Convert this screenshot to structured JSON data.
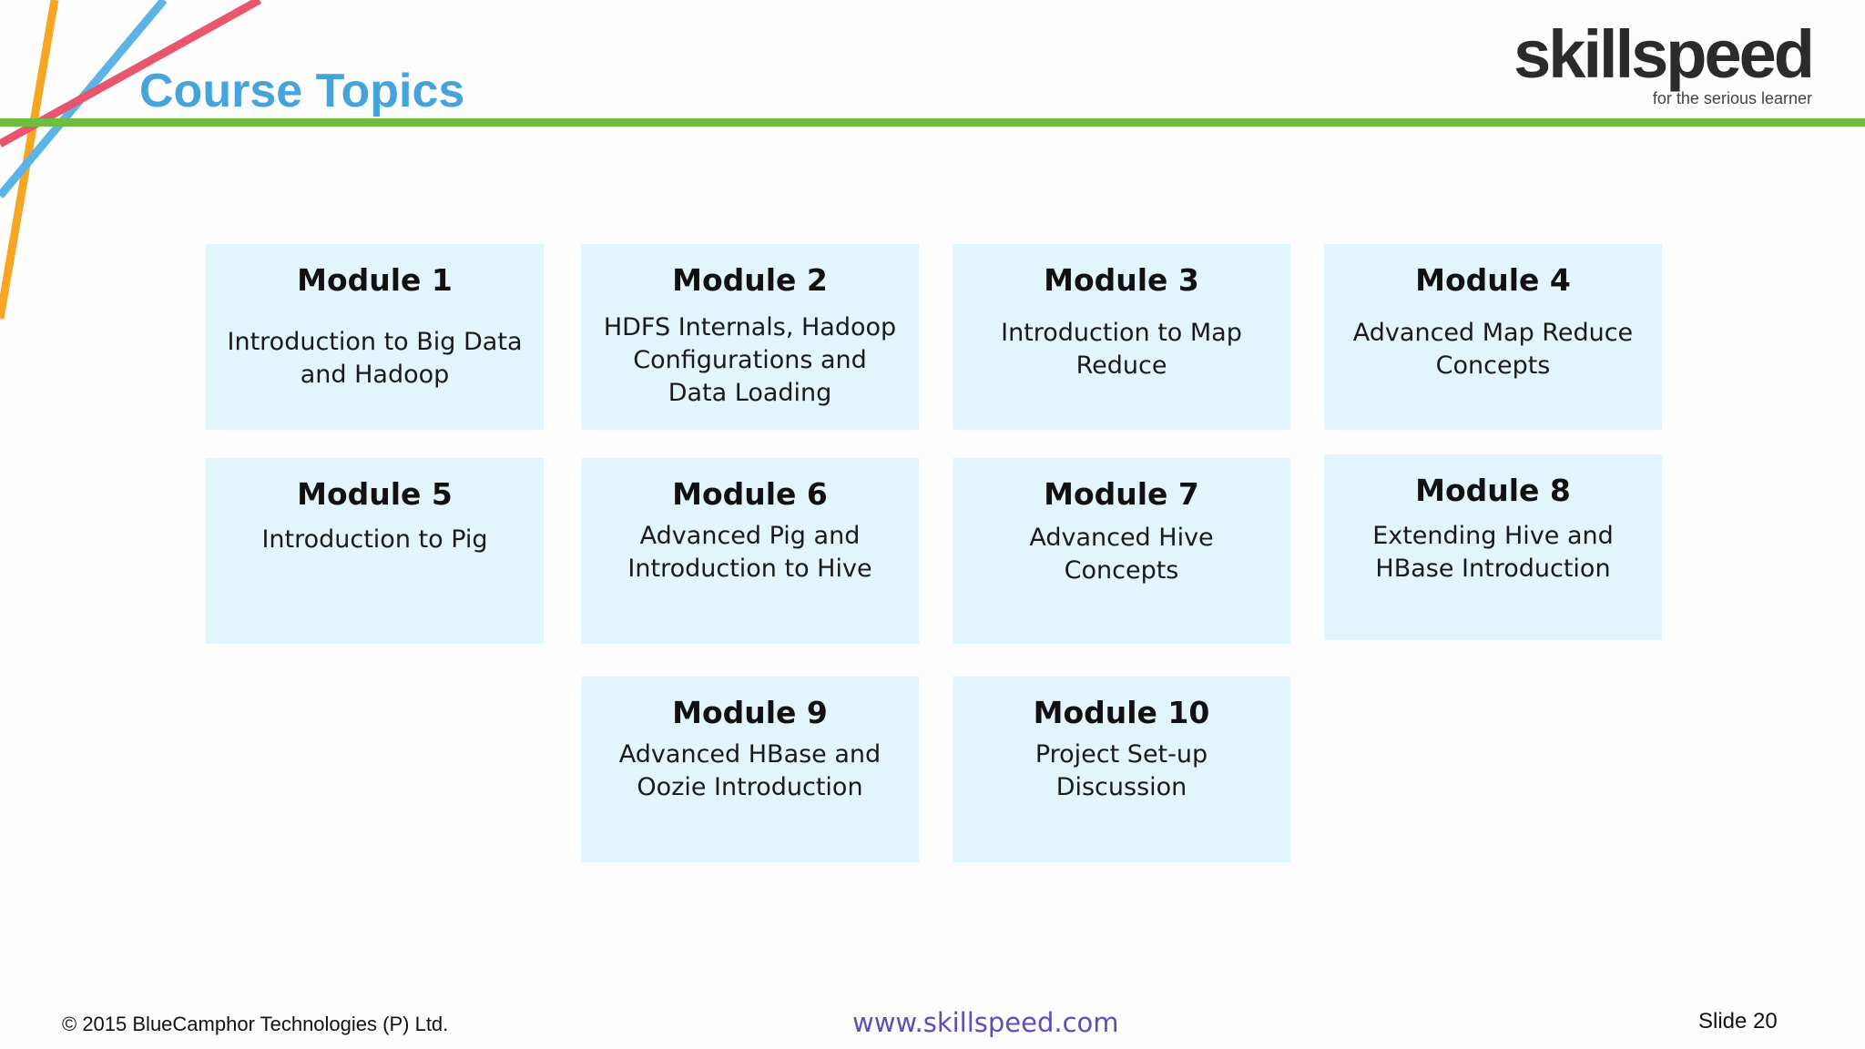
{
  "slide": {
    "title": "Course Topics",
    "brand": {
      "name": "skillspeed",
      "tagline": "for the serious learner"
    },
    "modules": [
      {
        "title": "Module 1",
        "description": "Introduction to Big Data and Hadoop"
      },
      {
        "title": "Module 2",
        "description": "HDFS Internals, Hadoop Configurations and Data Loading"
      },
      {
        "title": "Module 3",
        "description": "Introduction to Map Reduce"
      },
      {
        "title": "Module 4",
        "description": "Advanced Map Reduce Concepts"
      },
      {
        "title": "Module 5",
        "description": "Introduction to Pig"
      },
      {
        "title": "Module 6",
        "description": "Advanced Pig and Introduction to Hive"
      },
      {
        "title": "Module 7",
        "description": "Advanced Hive Concepts"
      },
      {
        "title": "Module 8",
        "description": "Extending Hive and HBase Introduction"
      },
      {
        "title": "Module 9",
        "description": "Advanced HBase and Oozie Introduction"
      },
      {
        "title": "Module 10",
        "description": "Project Set-up Discussion"
      }
    ],
    "footer": {
      "copyright": "© 2015 BlueCamphor Technologies (P) Ltd.",
      "website": "www.skillspeed.com",
      "slide_number": "Slide 20"
    }
  },
  "colors": {
    "title": "#46a4dc",
    "divider": "#6cbf3e",
    "card_background": "#e2f4fc",
    "link": "#5b4fb8",
    "stripe_orange": "#f6a623",
    "stripe_blue": "#5ab4e5",
    "stripe_red": "#e8556e"
  }
}
